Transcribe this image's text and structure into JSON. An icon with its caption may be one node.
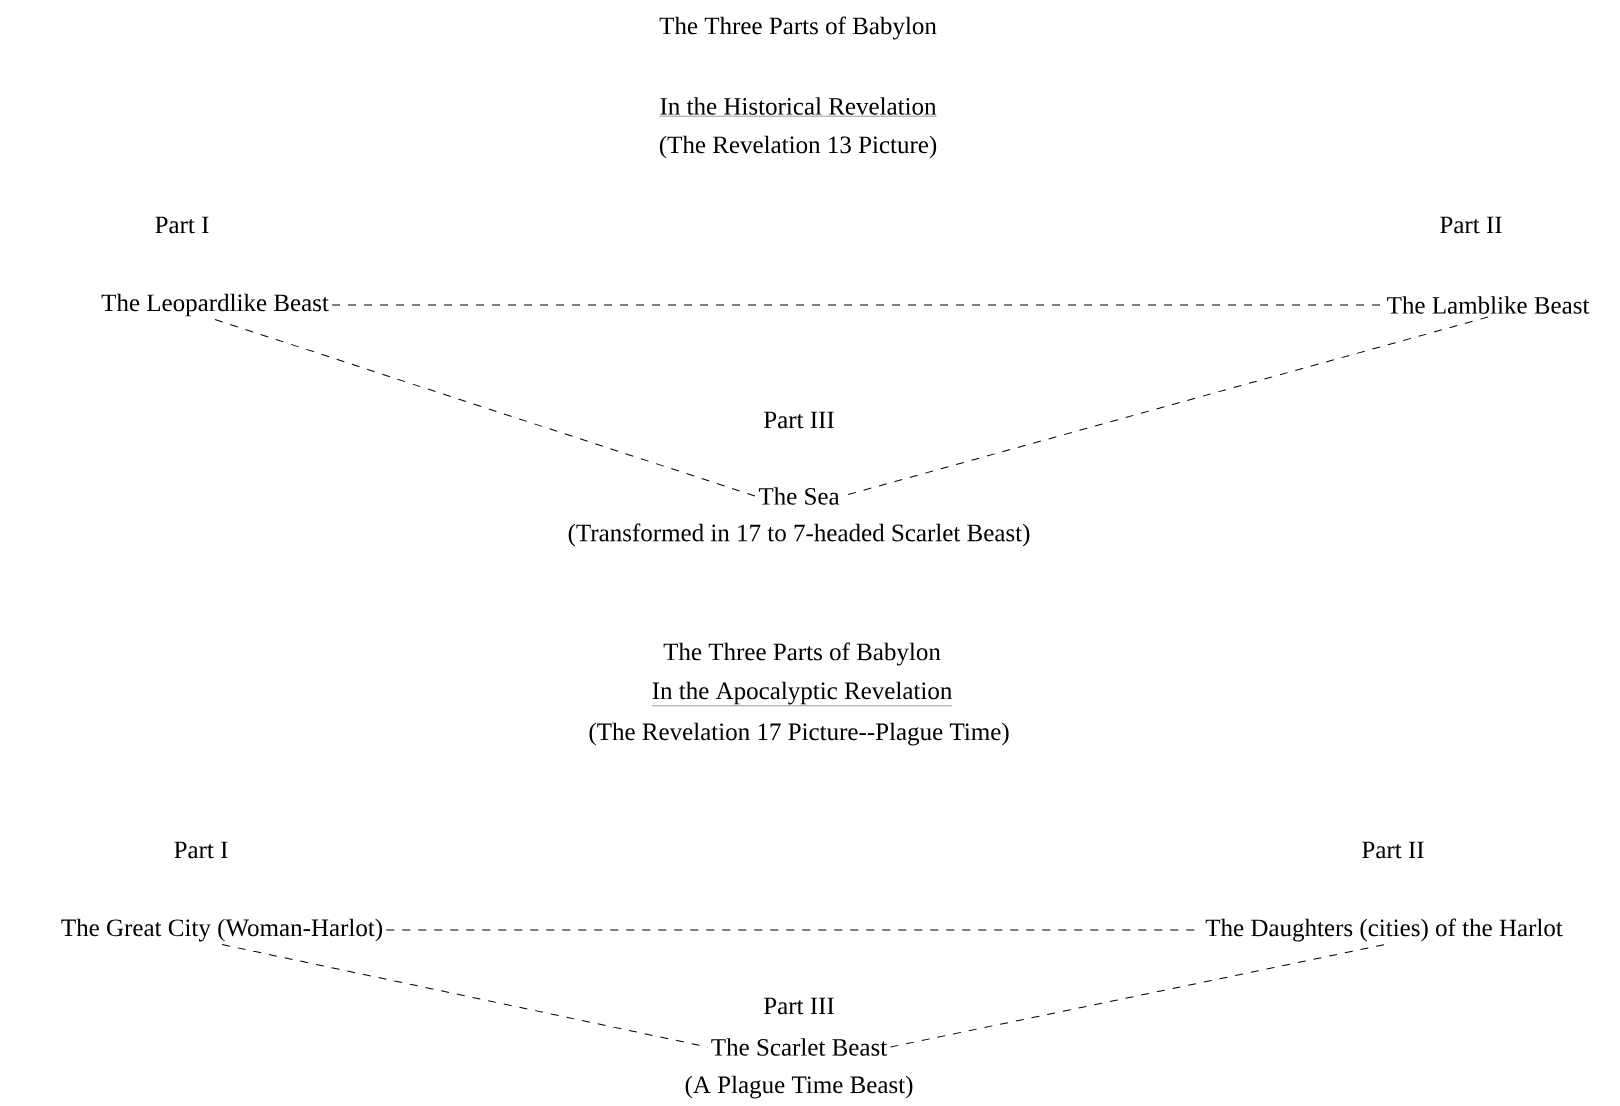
{
  "diagram": {
    "nodes": [
      {
        "text": [
          "The Leopardlike Beast"
        ],
        "beside": [
          "Part I"
        ]
      },
      {
        "text": [
          "The Lamblike Beast"
        ],
        "beside": [
          "Part II"
        ]
      },
      {
        "text": [
          "The Sea"
        ],
        "beside": [
          "Part III",
          "(Transformed in 17 to 7-headed Scarlet Beast)"
        ]
      },
      {
        "text": [
          "The Great City (Woman-Harlot)"
        ],
        "beside": [
          "Part I"
        ]
      },
      {
        "text": [
          "The Daughters (cities) of the Harlot"
        ],
        "beside": [
          "Part II"
        ]
      },
      {
        "text": [
          "The Scarlet Beast"
        ],
        "beside": [
          "Part III",
          "(A Plague Time Beast)"
        ]
      }
    ],
    "edges": [
      {
        "from": 0,
        "to": 1,
        "arrow": "none",
        "style": "dashed"
      },
      {
        "from": 0,
        "to": 2,
        "arrow": "none",
        "style": "dashed"
      },
      {
        "from": 1,
        "to": 2,
        "arrow": "none",
        "style": "dashed"
      },
      {
        "from": 3,
        "to": 4,
        "arrow": "none",
        "style": "dashed"
      },
      {
        "from": 3,
        "to": 5,
        "arrow": "none",
        "style": "dashed"
      },
      {
        "from": 4,
        "to": 5,
        "arrow": "none",
        "style": "dashed"
      }
    ],
    "labels": [
      "The Three Parts of Babylon",
      "In the Historical Revelation",
      "(The Revelation 13 Picture)",
      "The Three Parts of Babylon",
      "In the Apocalyptic Revelation",
      "(The Revelation 17 Picture--Plague Time)"
    ]
  }
}
